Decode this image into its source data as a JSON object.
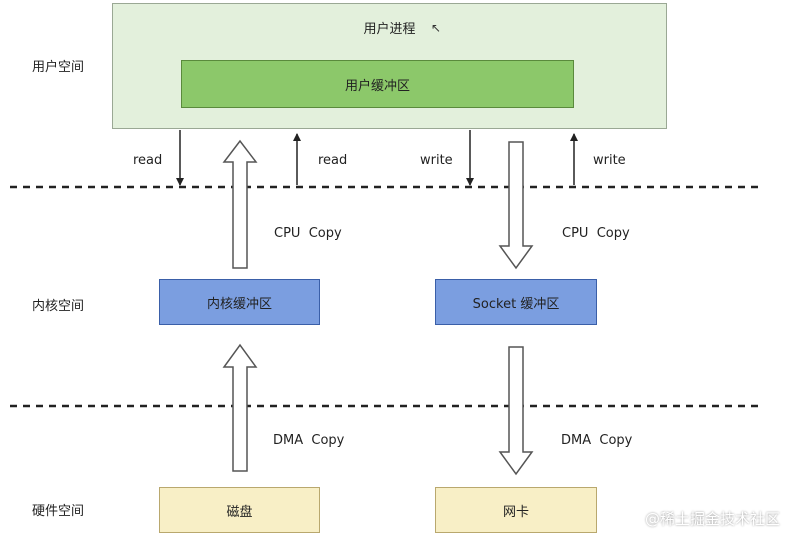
{
  "spaces": {
    "user": "用户空间",
    "kernel": "内核空间",
    "hardware": "硬件空间"
  },
  "boxes": {
    "user_process": "用户进程",
    "user_buffer": "用户缓冲区",
    "kernel_buffer": "内核缓冲区",
    "socket_buffer": "Socket 缓冲区",
    "disk": "磁盘",
    "nic": "网卡"
  },
  "arrows": {
    "read_down": "read",
    "read_up": "read",
    "write_down": "write",
    "write_up": "write",
    "cpu_copy_left": "CPU  Copy",
    "cpu_copy_right": "CPU  Copy",
    "dma_copy_left": "DMA  Copy",
    "dma_copy_right": "DMA  Copy"
  },
  "watermark": "@稀土掘金技术社区",
  "colors": {
    "user_process_bg": "#e3f0dc",
    "user_buffer_bg": "#8cc86a",
    "kernel_buffer_bg": "#7b9ee0",
    "hardware_bg": "#f8efc6"
  }
}
